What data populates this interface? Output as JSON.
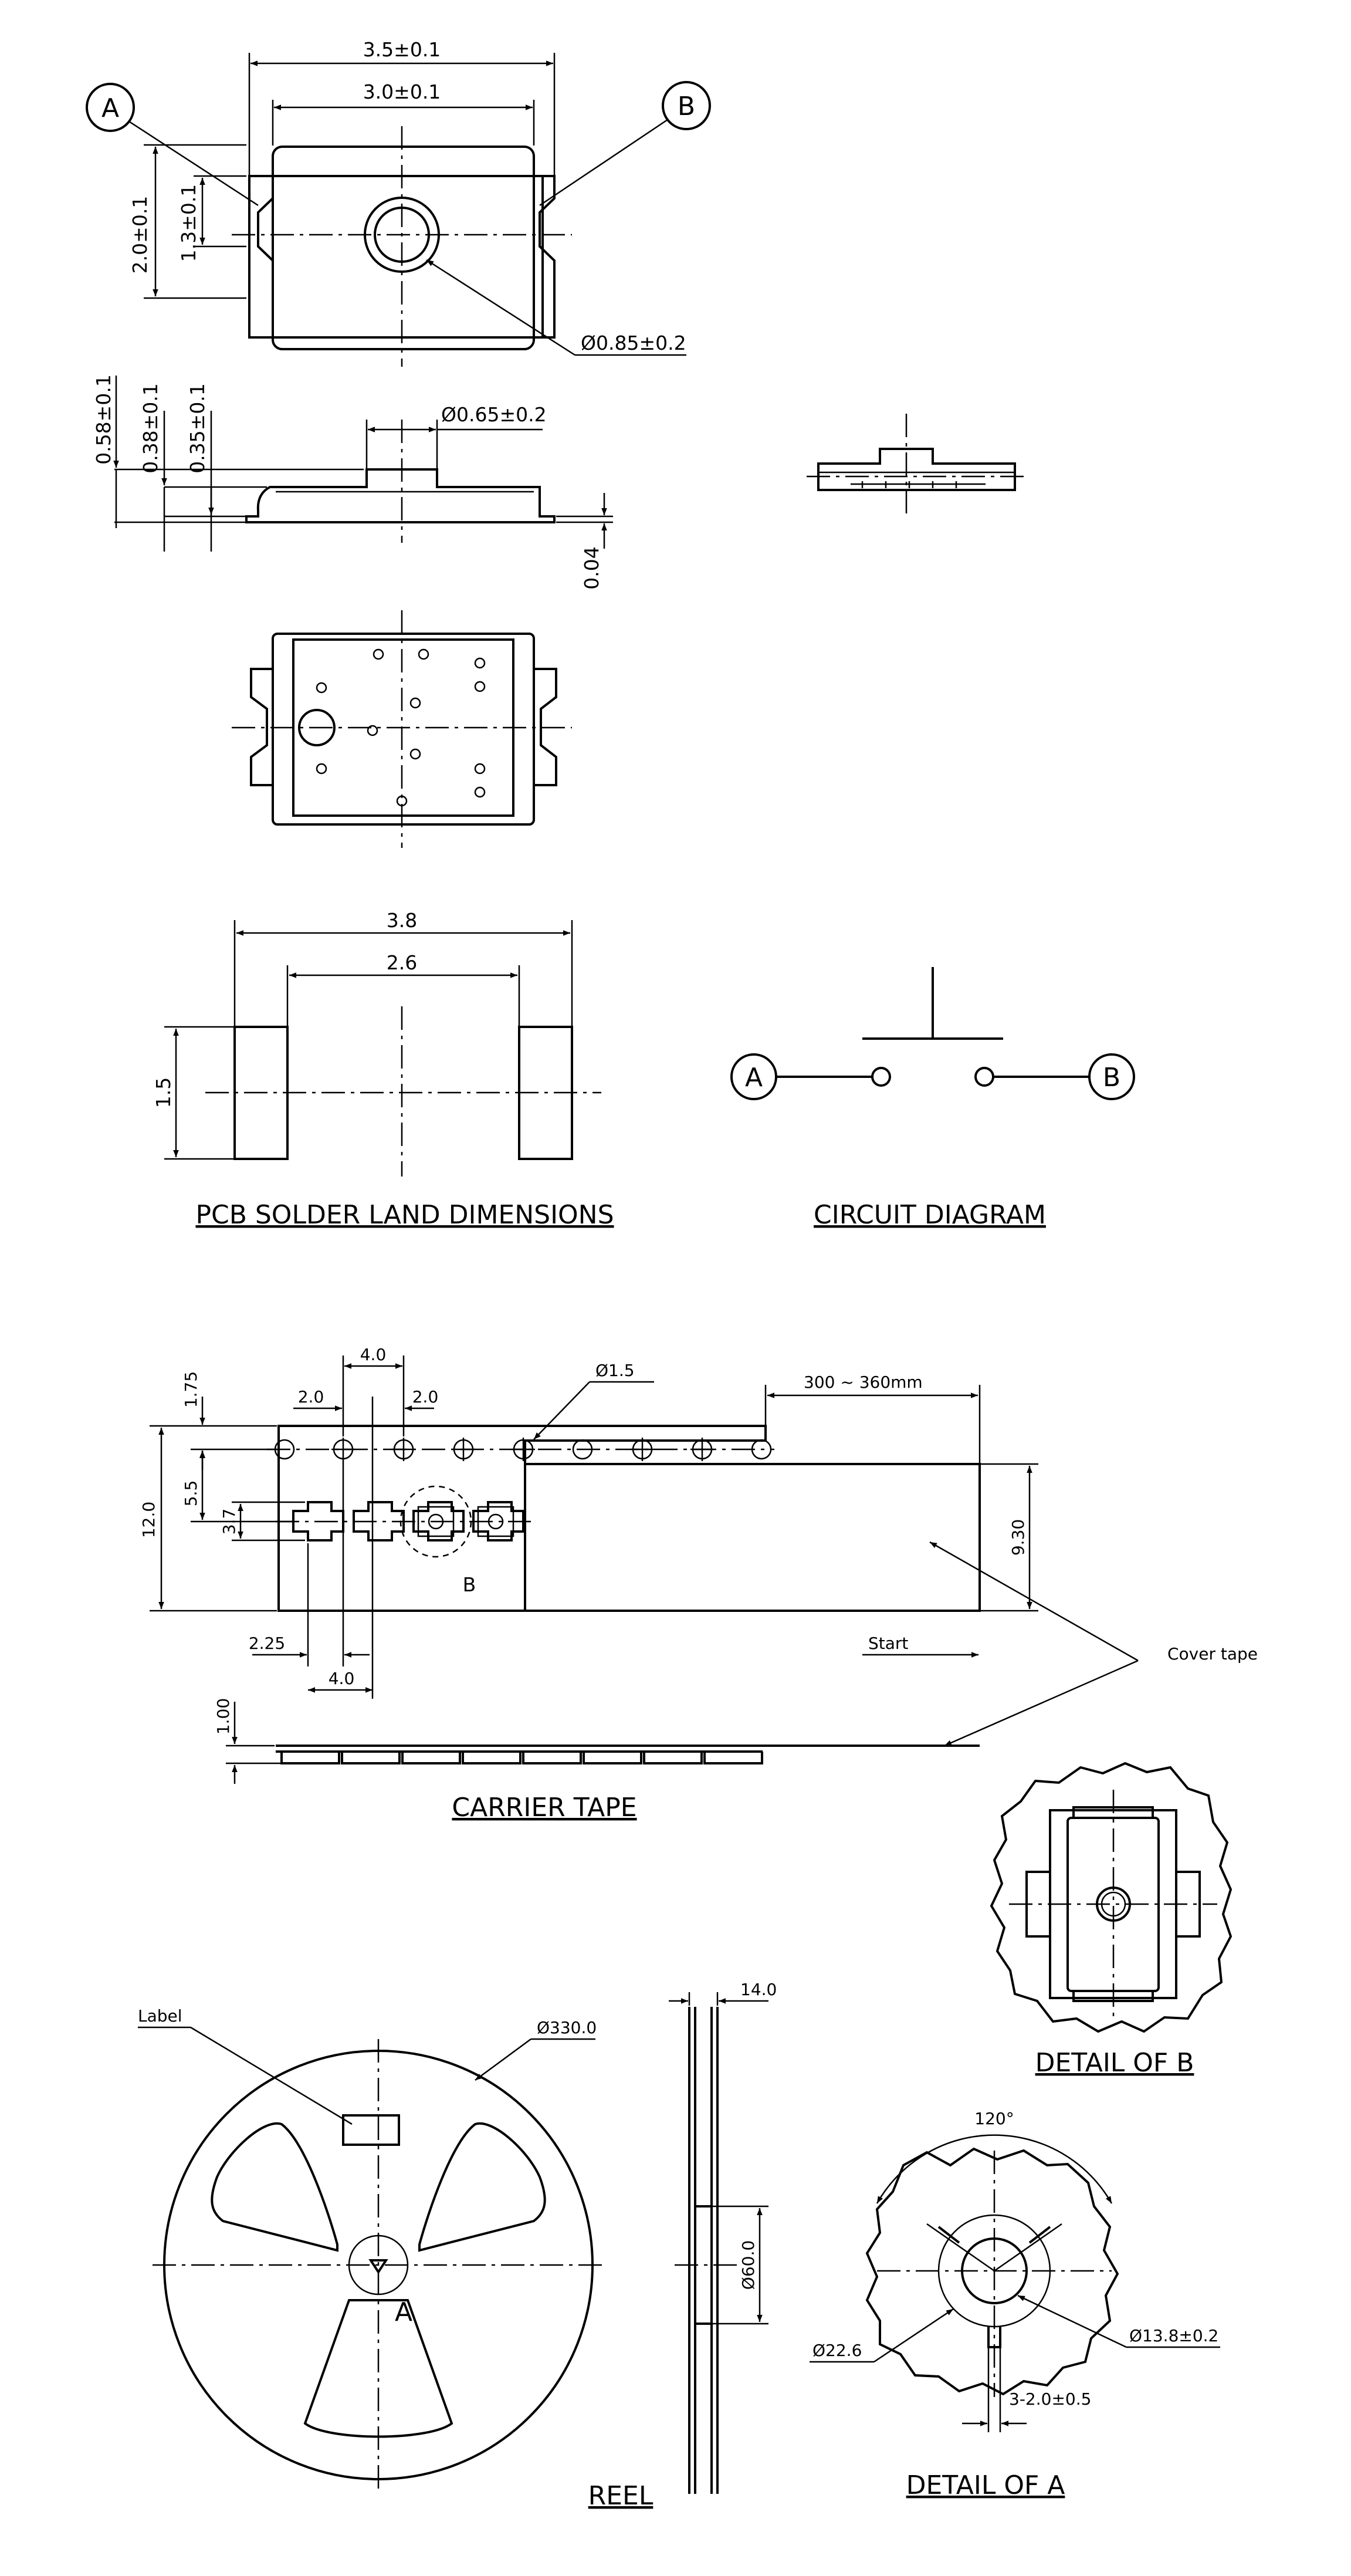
{
  "top_view": {
    "dim_width_outer": "3.5±0.1",
    "dim_width_inner": "3.0±0.1",
    "dim_height_outer": "2.0±0.1",
    "dim_height_inner": "1.3±0.1",
    "dim_hole": "Ø0.85±0.2",
    "terminal_a": "A",
    "terminal_b": "B"
  },
  "side_view": {
    "dim_h1": "0.58±0.1",
    "dim_h2": "0.38±0.1",
    "dim_h3": "0.35±0.1",
    "dim_hole": "Ø0.65±0.2",
    "dim_thickness": "0.04"
  },
  "solder_land": {
    "dim_outer": "3.8",
    "dim_inner": "2.6",
    "dim_height": "1.5",
    "title": "PCB SOLDER LAND DIMENSIONS"
  },
  "circuit": {
    "terminal_a": "A",
    "terminal_b": "B",
    "title": "CIRCUIT DIAGRAM"
  },
  "carrier_tape": {
    "dim_pitch": "4.0",
    "dim_left": "2.0",
    "dim_right": "2.0",
    "dim_hole": "Ø1.5",
    "dim_leader": "300 ~ 360mm",
    "dim_edge": "1.75",
    "dim_width": "12.0",
    "dim_row": "5.5",
    "dim_pocket": "3.7",
    "dim_cover": "9.30",
    "dim_offset": "2.25",
    "dim_pitch_bottom": "4.0",
    "dim_thickness": "1.00",
    "label_b": "B",
    "label_start": "Start",
    "label_cover": "Cover tape",
    "title": "CARRIER TAPE"
  },
  "detail_b": {
    "title": "DETAIL OF B"
  },
  "reel": {
    "label": "Label",
    "dim_diameter": "Ø330.0",
    "dim_width": "14.0",
    "dim_hub": "Ø60.0",
    "label_a": "A",
    "title": "REEL"
  },
  "detail_a": {
    "dim_angle": "120°",
    "dim_outer": "Ø22.6",
    "dim_inner": "Ø13.8±0.2",
    "dim_slot": "3-2.0±0.5",
    "title": "DETAIL OF A"
  }
}
